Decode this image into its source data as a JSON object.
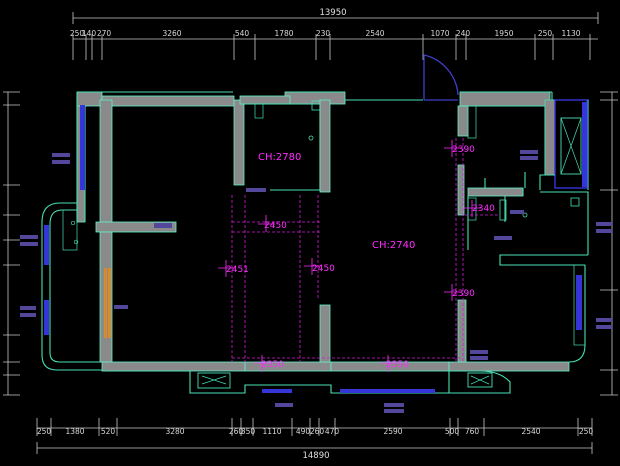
{
  "plan": {
    "top_total": "13950",
    "top_dims": [
      {
        "text": "250"
      },
      {
        "text": "140"
      },
      {
        "text": "270"
      },
      {
        "text": "3260"
      },
      {
        "text": "540"
      },
      {
        "text": "1780"
      },
      {
        "text": "230"
      },
      {
        "text": "2540"
      },
      {
        "text": "1070"
      },
      {
        "text": "240"
      },
      {
        "text": "1950"
      },
      {
        "text": "250"
      },
      {
        "text": "1130"
      }
    ],
    "bottom_dims": [
      {
        "text": "250"
      },
      {
        "text": "1380"
      },
      {
        "text": "520"
      },
      {
        "text": "3280"
      },
      {
        "text": "260"
      },
      {
        "text": "350"
      },
      {
        "text": "1110"
      },
      {
        "text": "490"
      },
      {
        "text": "260"
      },
      {
        "text": "470"
      },
      {
        "text": "2590"
      },
      {
        "text": "500"
      },
      {
        "text": "760"
      },
      {
        "text": "2540"
      },
      {
        "text": "250"
      }
    ],
    "bottom_total": "14890",
    "ceiling_labels": [
      {
        "text": "CH:2780"
      },
      {
        "text": "CH:2740"
      }
    ],
    "mark_labels": [
      {
        "text": "2450"
      },
      {
        "text": "2451"
      },
      {
        "text": "2450"
      },
      {
        "text": "2390"
      },
      {
        "text": "2340"
      },
      {
        "text": "2390"
      },
      {
        "text": "2350"
      },
      {
        "text": "2350"
      }
    ],
    "colors": {
      "background": "#000000",
      "wall_fill": "#8a8a8a",
      "wall_outline": "#47e0b4",
      "ceiling_mark": "#ff2cff",
      "dimension": "#c8c8c8",
      "tag": "#52479a",
      "blue_window": "#3535d8",
      "door_arc": "#3f3fcc",
      "orange_door": "#d98a2a"
    }
  }
}
